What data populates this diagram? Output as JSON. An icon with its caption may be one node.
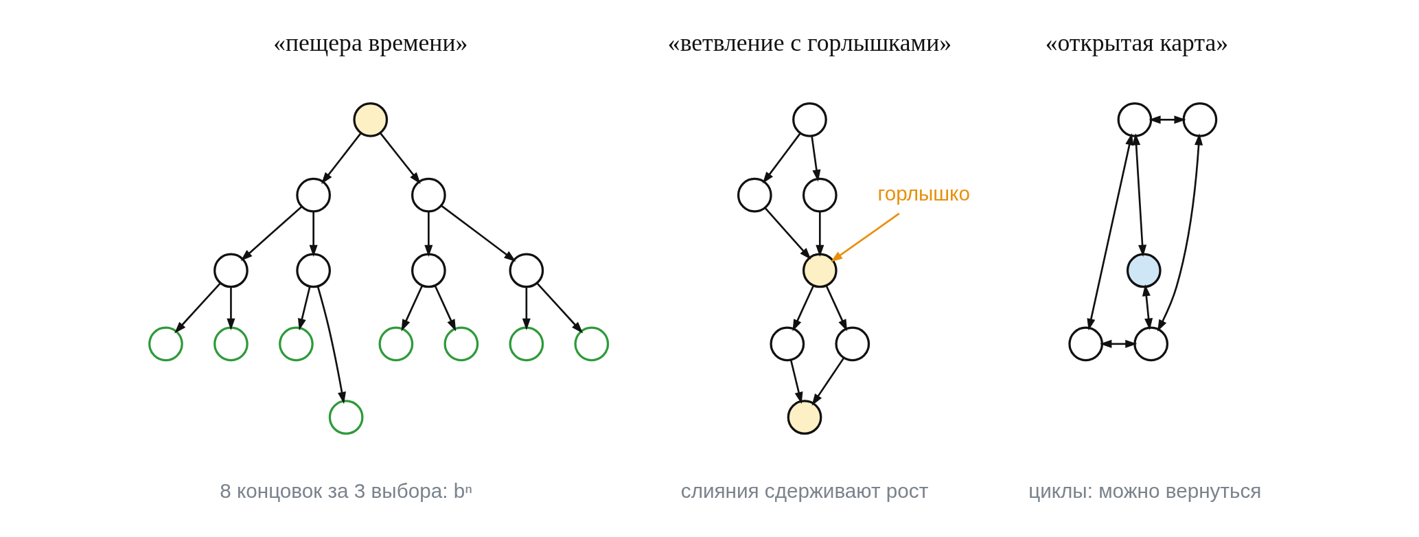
{
  "diagram": {
    "nodes": [
      {
        "text": [],
        "shape": "circle"
      },
      {
        "text": [],
        "shape": "circle"
      },
      {
        "text": [],
        "shape": "circle"
      },
      {
        "text": [],
        "shape": "circle"
      },
      {
        "text": [],
        "shape": "circle"
      },
      {
        "text": [],
        "shape": "circle"
      },
      {
        "text": [],
        "shape": "circle"
      },
      {
        "text": [],
        "shape": "circle"
      },
      {
        "text": [],
        "shape": "circle"
      },
      {
        "text": [],
        "shape": "circle"
      },
      {
        "text": [],
        "shape": "circle"
      },
      {
        "text": [],
        "shape": "circle"
      },
      {
        "text": [],
        "shape": "circle"
      },
      {
        "text": [],
        "shape": "circle"
      },
      {
        "text": [],
        "shape": "circle"
      },
      {
        "text": [],
        "shape": "circle"
      },
      {
        "text": [],
        "shape": "circle"
      },
      {
        "text": [],
        "shape": "circle"
      },
      {
        "text": [],
        "shape": "circle"
      },
      {
        "text": [],
        "shape": "circle"
      },
      {
        "text": [],
        "shape": "circle"
      },
      {
        "text": [],
        "shape": "circle"
      },
      {
        "text": [
          "горлышко"
        ]
      },
      {
        "text": [],
        "shape": "circle"
      },
      {
        "text": [],
        "shape": "circle"
      },
      {
        "text": [],
        "shape": "circle"
      },
      {
        "text": [],
        "shape": "circle"
      },
      {
        "text": [],
        "shape": "circle"
      }
    ],
    "edges": [
      {
        "from": 0,
        "to": 1,
        "arrow": "to"
      },
      {
        "from": 0,
        "to": 2,
        "arrow": "to"
      },
      {
        "from": 1,
        "to": 3,
        "arrow": "to"
      },
      {
        "from": 1,
        "to": 4,
        "arrow": "to"
      },
      {
        "from": 2,
        "to": 5,
        "arrow": "to"
      },
      {
        "from": 2,
        "to": 6,
        "arrow": "to"
      },
      {
        "from": 3,
        "to": 7,
        "arrow": "to"
      },
      {
        "from": 3,
        "to": 8,
        "arrow": "to"
      },
      {
        "from": 4,
        "to": 9,
        "arrow": "to"
      },
      {
        "from": 4,
        "to": 10,
        "arrow": "to"
      },
      {
        "from": 5,
        "to": 11,
        "arrow": "to"
      },
      {
        "from": 5,
        "to": 12,
        "arrow": "to"
      },
      {
        "from": 6,
        "to": 13,
        "arrow": "to"
      },
      {
        "from": 6,
        "to": 14,
        "arrow": "to"
      },
      {
        "from": 15,
        "to": 16,
        "arrow": "to"
      },
      {
        "from": 15,
        "to": 17,
        "arrow": "to"
      },
      {
        "from": 16,
        "to": 18,
        "arrow": "to"
      },
      {
        "from": 17,
        "to": 18,
        "arrow": "to"
      },
      {
        "from": 18,
        "to": 19,
        "arrow": "to"
      },
      {
        "from": 18,
        "to": 20,
        "arrow": "to"
      },
      {
        "from": 19,
        "to": 21,
        "arrow": "to"
      },
      {
        "from": 20,
        "to": 21,
        "arrow": "to"
      },
      {
        "from": 22,
        "to": 18,
        "arrow": "to",
        "color": "#e8900c"
      },
      {
        "from": 23,
        "to": 24,
        "arrow": "both"
      },
      {
        "from": 23,
        "to": 26,
        "arrow": "both"
      },
      {
        "from": 23,
        "to": 25,
        "arrow": "both"
      },
      {
        "from": 24,
        "to": 27,
        "arrow": "both"
      },
      {
        "from": 25,
        "to": 27,
        "arrow": "both"
      },
      {
        "from": 26,
        "to": 27,
        "arrow": "both"
      }
    ],
    "labels": [
      "«пещера времени»",
      "«ветвление с горлышками»",
      "«открытая карта»",
      "8 концовок за 3 выбора: bⁿ",
      "слияния сдерживают рост",
      "циклы: можно вернуться"
    ]
  }
}
